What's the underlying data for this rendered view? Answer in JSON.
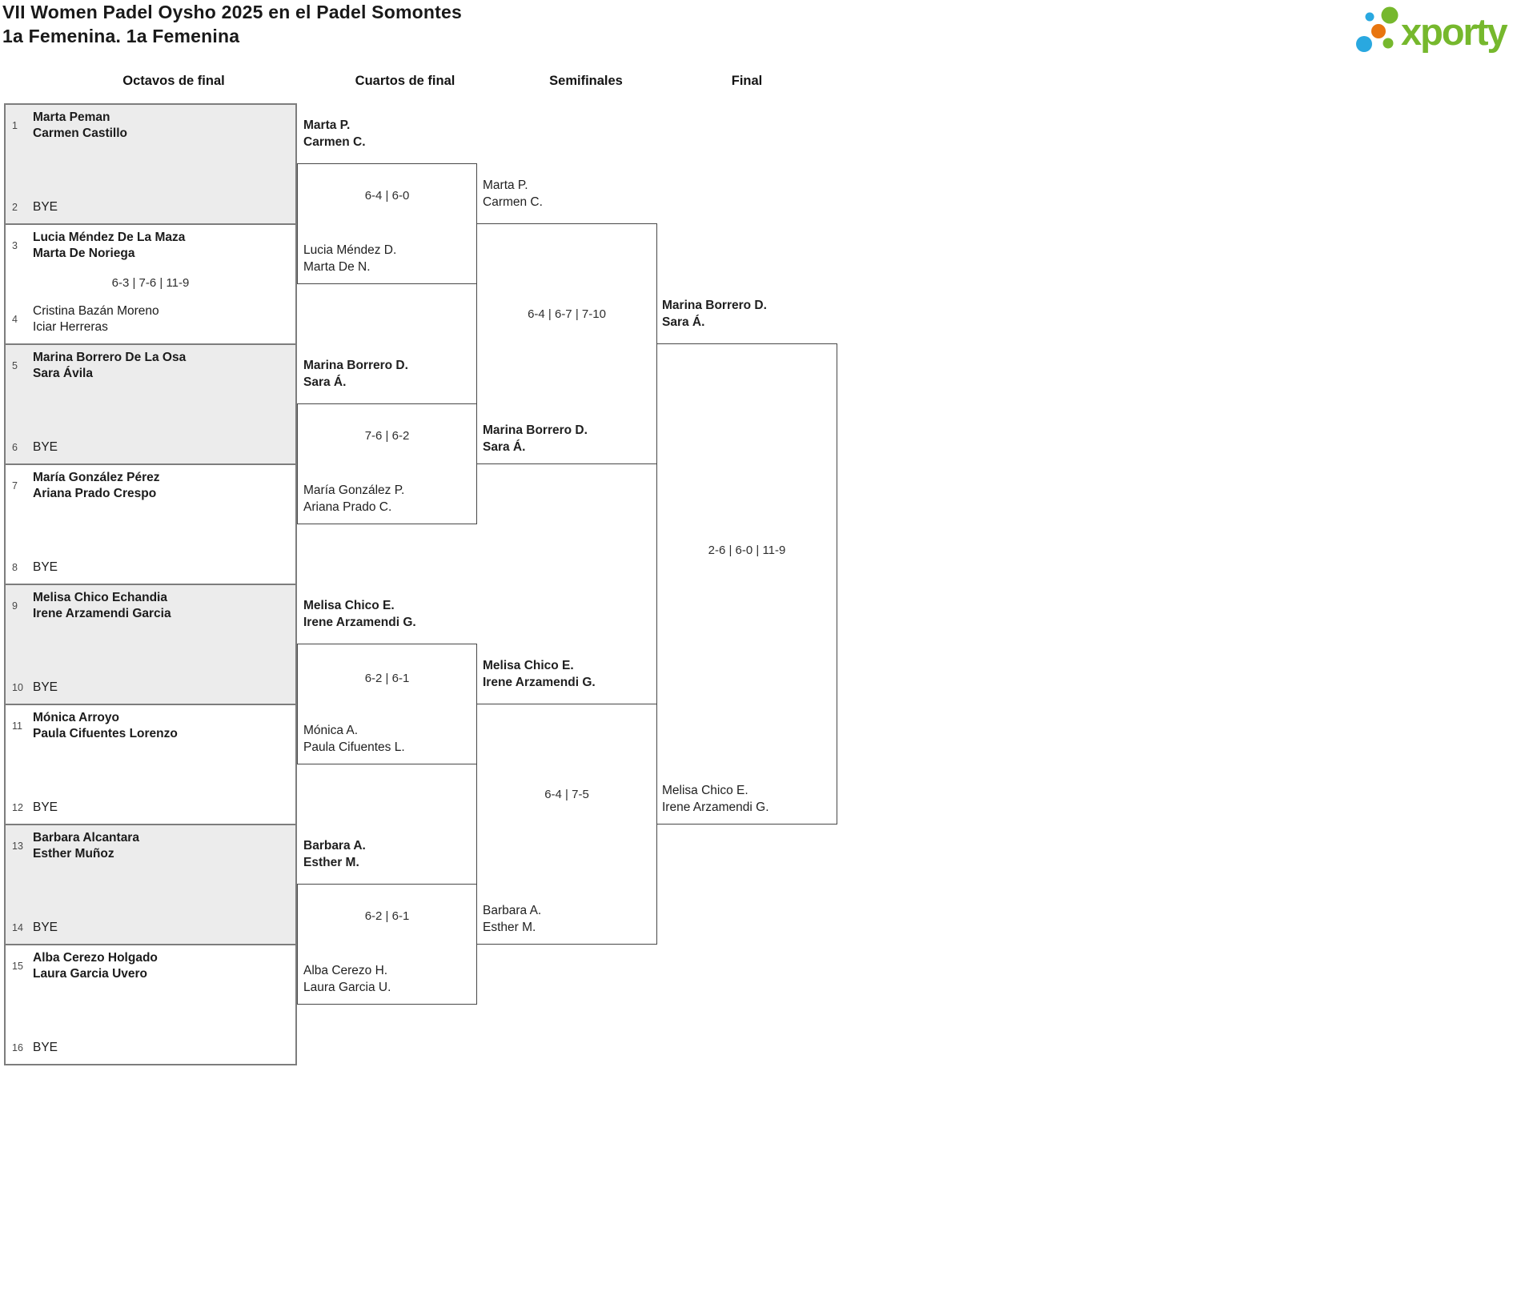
{
  "header": {
    "title": "VII Women Padel Oysho 2025 en el Padel Somontes",
    "subtitle": "1a Femenina. 1a Femenina",
    "logo": {
      "text": "xporty",
      "green": "#76b82d",
      "blue": "#29a8e0",
      "orange": "#e8750f"
    }
  },
  "rounds": [
    "Octavos de final",
    "Cuartos de final",
    "Semifinales",
    "Final"
  ],
  "colors": {
    "box_gray": "#ececec",
    "box_border": "#7d7d7d",
    "line_dark": "#474747"
  },
  "r16": [
    {
      "seed_top": "1",
      "top1": "Marta Peman",
      "top2": "Carmen Castillo",
      "seed_bottom": "2",
      "bottom1": "BYE",
      "score": "",
      "winner": "top"
    },
    {
      "seed_top": "3",
      "top1": "Lucia Méndez De La Maza",
      "top2": "Marta De Noriega",
      "seed_bottom": "4",
      "bottom1": "Cristina Bazán Moreno",
      "bottom2": "Iciar Herreras",
      "score": "6-3 | 7-6 | 11-9",
      "winner": "top"
    },
    {
      "seed_top": "5",
      "top1": "Marina Borrero De La Osa",
      "top2": "Sara Ávila",
      "seed_bottom": "6",
      "bottom1": "BYE",
      "score": "",
      "winner": "top"
    },
    {
      "seed_top": "7",
      "top1": "María González Pérez",
      "top2": "Ariana Prado Crespo",
      "seed_bottom": "8",
      "bottom1": "BYE",
      "score": "",
      "winner": "top"
    },
    {
      "seed_top": "9",
      "top1": "Melisa Chico Echandia",
      "top2": "Irene Arzamendi Garcia",
      "seed_bottom": "10",
      "bottom1": "BYE",
      "score": "",
      "winner": "top"
    },
    {
      "seed_top": "11",
      "top1": "Mónica Arroyo",
      "top2": "Paula Cifuentes Lorenzo",
      "seed_bottom": "12",
      "bottom1": "BYE",
      "score": "",
      "winner": "top"
    },
    {
      "seed_top": "13",
      "top1": "Barbara Alcantara",
      "top2": "Esther Muñoz",
      "seed_bottom": "14",
      "bottom1": "BYE",
      "score": "",
      "winner": "top"
    },
    {
      "seed_top": "15",
      "top1": "Alba Cerezo Holgado",
      "top2": "Laura Garcia Uvero",
      "seed_bottom": "16",
      "bottom1": "BYE",
      "score": "",
      "winner": "top"
    }
  ],
  "qf": [
    {
      "top1": "Marta P.",
      "top2": "Carmen C.",
      "bottom1": "Lucia Méndez D.",
      "bottom2": "Marta De N.",
      "score": "6-4 | 6-0",
      "winner": "top"
    },
    {
      "top1": "Marina Borrero D.",
      "top2": "Sara Á.",
      "bottom1": "María González P.",
      "bottom2": "Ariana Prado C.",
      "score": "7-6 | 6-2",
      "winner": "top"
    },
    {
      "top1": "Melisa Chico E.",
      "top2": "Irene Arzamendi G.",
      "bottom1": "Mónica A.",
      "bottom2": "Paula Cifuentes L.",
      "score": "6-2 | 6-1",
      "winner": "top"
    },
    {
      "top1": "Barbara A.",
      "top2": "Esther M.",
      "bottom1": "Alba Cerezo H.",
      "bottom2": "Laura Garcia U.",
      "score": "6-2 | 6-1",
      "winner": "top"
    }
  ],
  "sf": [
    {
      "top1": "Marta P.",
      "top2": "Carmen C.",
      "bottom1": "Marina Borrero D.",
      "bottom2": "Sara Á.",
      "score": "6-4 | 6-7 | 7-10",
      "winner": "bottom"
    },
    {
      "top1": "Melisa Chico E.",
      "top2": "Irene Arzamendi G.",
      "bottom1": "Barbara A.",
      "bottom2": "Esther M.",
      "score": "6-4 | 7-5",
      "winner": "top"
    }
  ],
  "final": {
    "top1": "Marina Borrero D.",
    "top2": "Sara Á.",
    "bottom1": "Melisa Chico E.",
    "bottom2": "Irene Arzamendi G.",
    "score": "2-6 | 6-0 | 11-9",
    "winner": "top"
  }
}
